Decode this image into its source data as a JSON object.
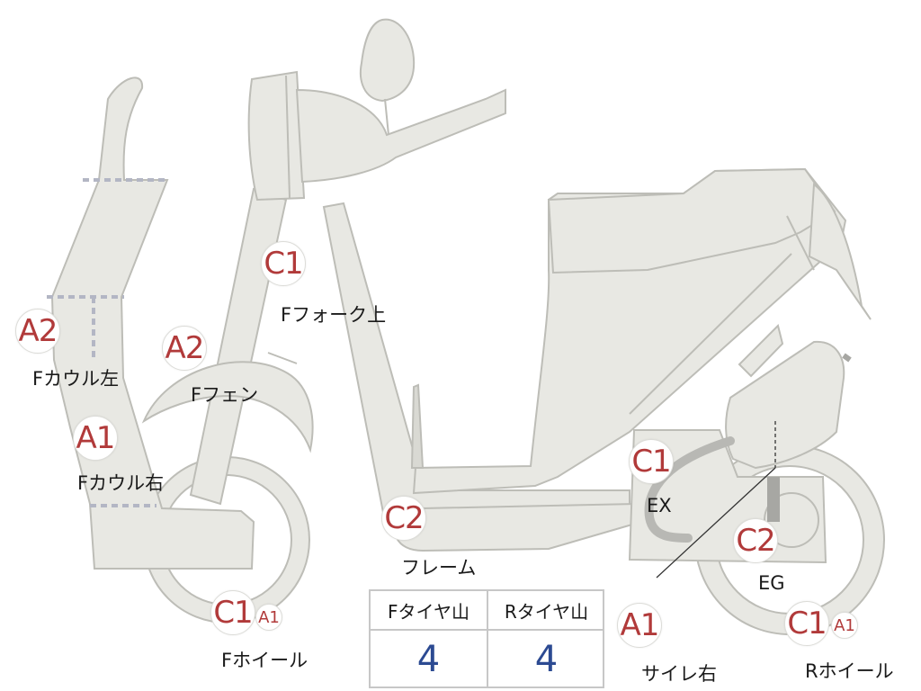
{
  "diagram": {
    "parts": {
      "f_fork_upper": {
        "grade": "C1",
        "name": "Fフォーク上"
      },
      "f_cowl_left": {
        "grade": "A2",
        "name": "Fカウル左"
      },
      "f_fender": {
        "grade": "A2",
        "name": "Fフェン"
      },
      "f_cowl_right": {
        "grade": "A1",
        "name": "Fカウル右"
      },
      "ex": {
        "grade": "C1",
        "name": "EX"
      },
      "frame": {
        "grade": "C2",
        "name": "フレーム"
      },
      "eg": {
        "grade": "C2",
        "name": "EG"
      },
      "f_wheel": {
        "grade": "C1",
        "sub_grade": "A1",
        "name": "Fホイール"
      },
      "r_wheel": {
        "grade": "C1",
        "sub_grade": "A1",
        "name": "Rホイール"
      },
      "silencer_right": {
        "grade": "A1",
        "name": "サイレ右"
      }
    },
    "tire_table": {
      "headers": [
        "Fタイヤ山",
        "Rタイヤ山"
      ],
      "values": [
        "4",
        "4"
      ]
    },
    "colors": {
      "body_fill": "#e8e8e3",
      "outline": "#bdbdb7",
      "grade_text": "#b13a3a",
      "tire_value_text": "#2c4a92",
      "dashed_guide": "#b3b6c4"
    }
  }
}
